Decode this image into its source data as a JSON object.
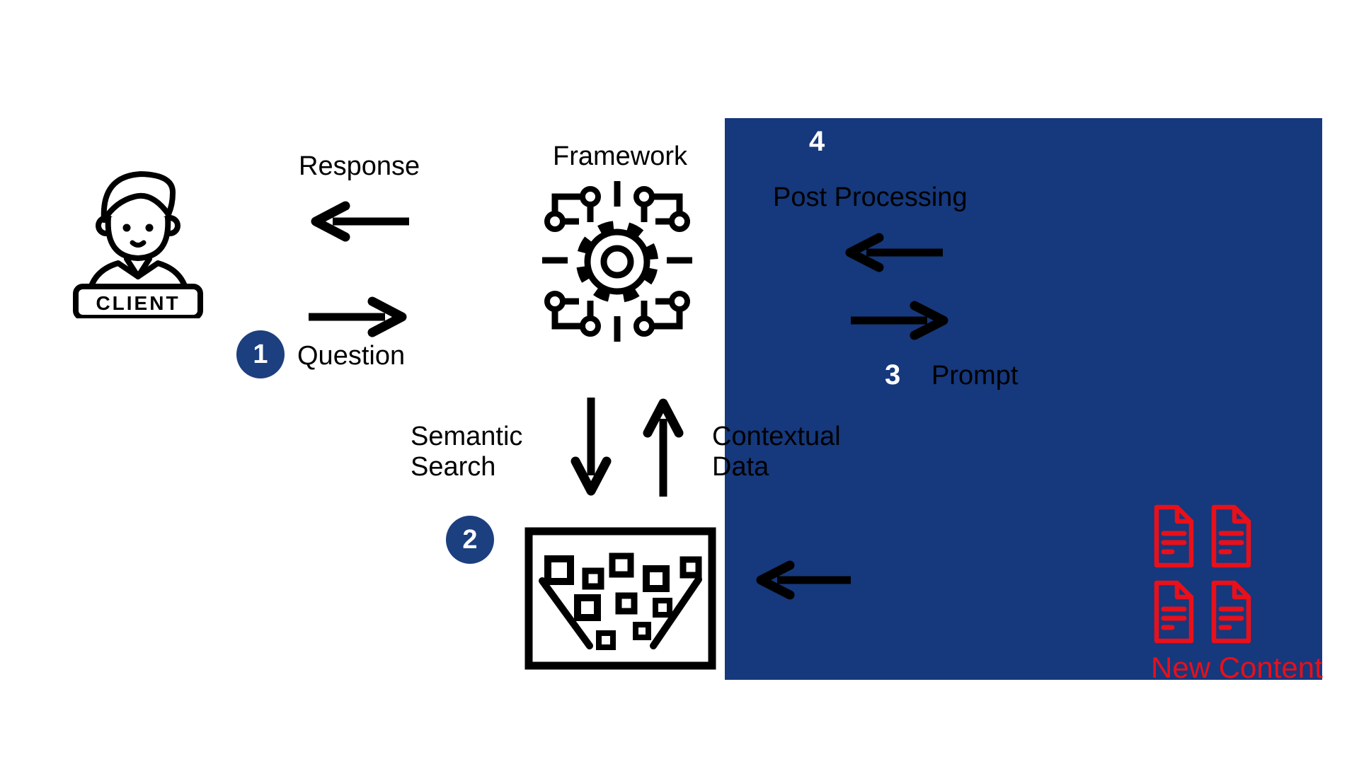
{
  "diagram": {
    "client": {
      "sign_label": "CLIENT"
    },
    "flow": {
      "response_label": "Response",
      "question_label": "Question",
      "framework_label": "Framework",
      "semantic_search_label": "Semantic Search",
      "contextual_data_label": "Contextual Data",
      "post_processing_label": "Post Processing",
      "prompt_label": "Prompt",
      "new_content_label": "New Content"
    },
    "steps": {
      "one": "1",
      "two": "2",
      "three": "3",
      "four": "4"
    },
    "colors": {
      "navy_panel": "#16387c",
      "badge_navy": "#1c3f7f",
      "accent_red": "#e8101a",
      "ink": "#000000"
    }
  }
}
